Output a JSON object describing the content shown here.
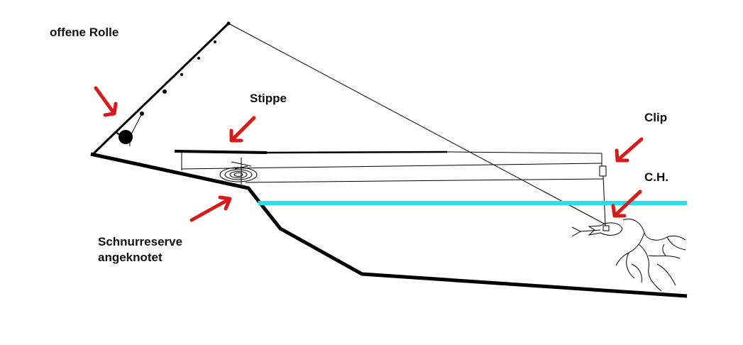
{
  "labels": {
    "offene_rolle": "offene Rolle",
    "stippe": "Stippe",
    "clip": "Clip",
    "ch": "C.H.",
    "schnurreserve_line1": "Schnurreserve",
    "schnurreserve_line2": "angeknotet"
  },
  "colors": {
    "ink": "#000000",
    "arrow": "#d71b1b",
    "water": "#22e0ec",
    "background": "#ffffff"
  },
  "icons": {
    "reel": "filled-circle",
    "line_reserve": "spiral-coil",
    "fish": "fish-sketch",
    "weed": "branching-lines"
  }
}
